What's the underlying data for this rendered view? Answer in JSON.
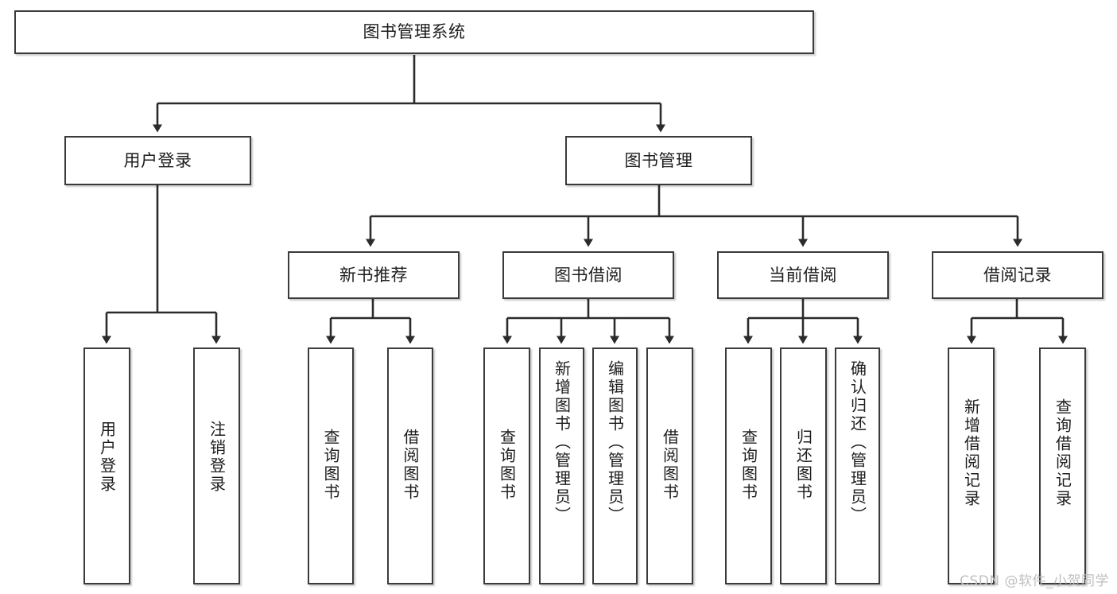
{
  "diagram": {
    "title": "图书管理系统",
    "type": "hierarchy-tree",
    "watermark": "CSDN @软件_小贺同学",
    "colors": {
      "box_border": "#3b3b3b",
      "box_fill": "#ffffff",
      "connector": "#2b2b2b",
      "text": "#1d1d1d",
      "watermark": "#bfbfbf"
    },
    "root": {
      "label": "图书管理系统"
    },
    "level1": [
      {
        "label": "用户登录"
      },
      {
        "label": "图书管理"
      }
    ],
    "level2": [
      {
        "label": "新书推荐"
      },
      {
        "label": "图书借阅"
      },
      {
        "label": "当前借阅"
      },
      {
        "label": "借阅记录"
      }
    ],
    "leaves": {
      "user_login": [
        {
          "label": "用户登录"
        },
        {
          "label": "注销登录"
        }
      ],
      "new_book": [
        {
          "label": "查询图书"
        },
        {
          "label": "借阅图书"
        }
      ],
      "book_borrow": [
        {
          "label": "查询图书"
        },
        {
          "label": "新增图书（管理员）"
        },
        {
          "label": "编辑图书（管理员）"
        },
        {
          "label": "借阅图书"
        }
      ],
      "current_borrow": [
        {
          "label": "查询图书"
        },
        {
          "label": "归还图书"
        },
        {
          "label": "确认归还（管理员）"
        }
      ],
      "borrow_record": [
        {
          "label": "新增借阅记录"
        },
        {
          "label": "查询借阅记录"
        }
      ]
    }
  }
}
